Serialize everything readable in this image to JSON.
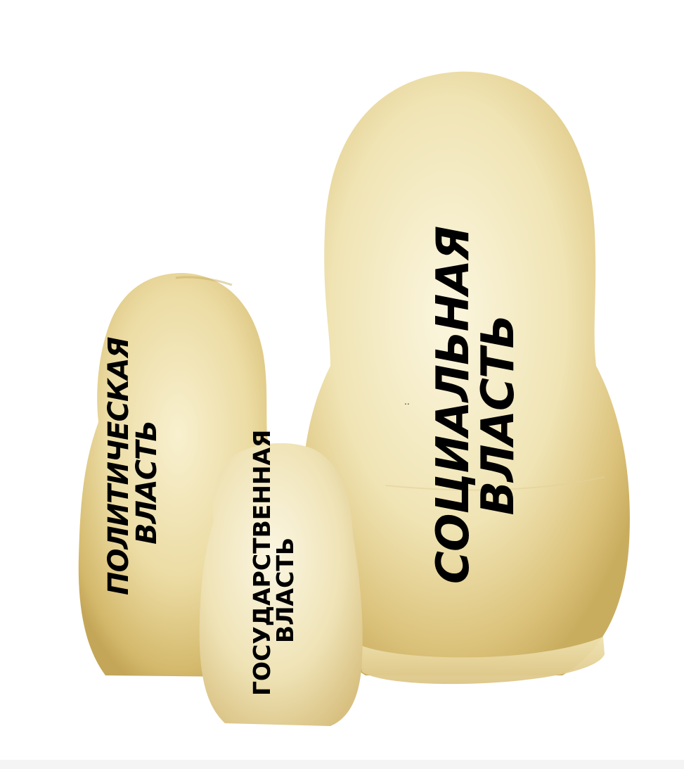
{
  "labels": {
    "social": [
      "СОЦИАЛЬНАЯ",
      "ВЛАСТЬ"
    ],
    "political": [
      "ПОЛИТИЧЕСКАЯ",
      "ВЛАСТЬ"
    ],
    "state": [
      "ГОСУДАРСТВЕННАЯ",
      "ВЛАСТЬ"
    ]
  },
  "colors": {
    "doll_light": "#f4ecc4",
    "doll_mid": "#e8d89a",
    "doll_dark": "#cdb56a",
    "text": "#000000",
    "background": "#ffffff"
  }
}
